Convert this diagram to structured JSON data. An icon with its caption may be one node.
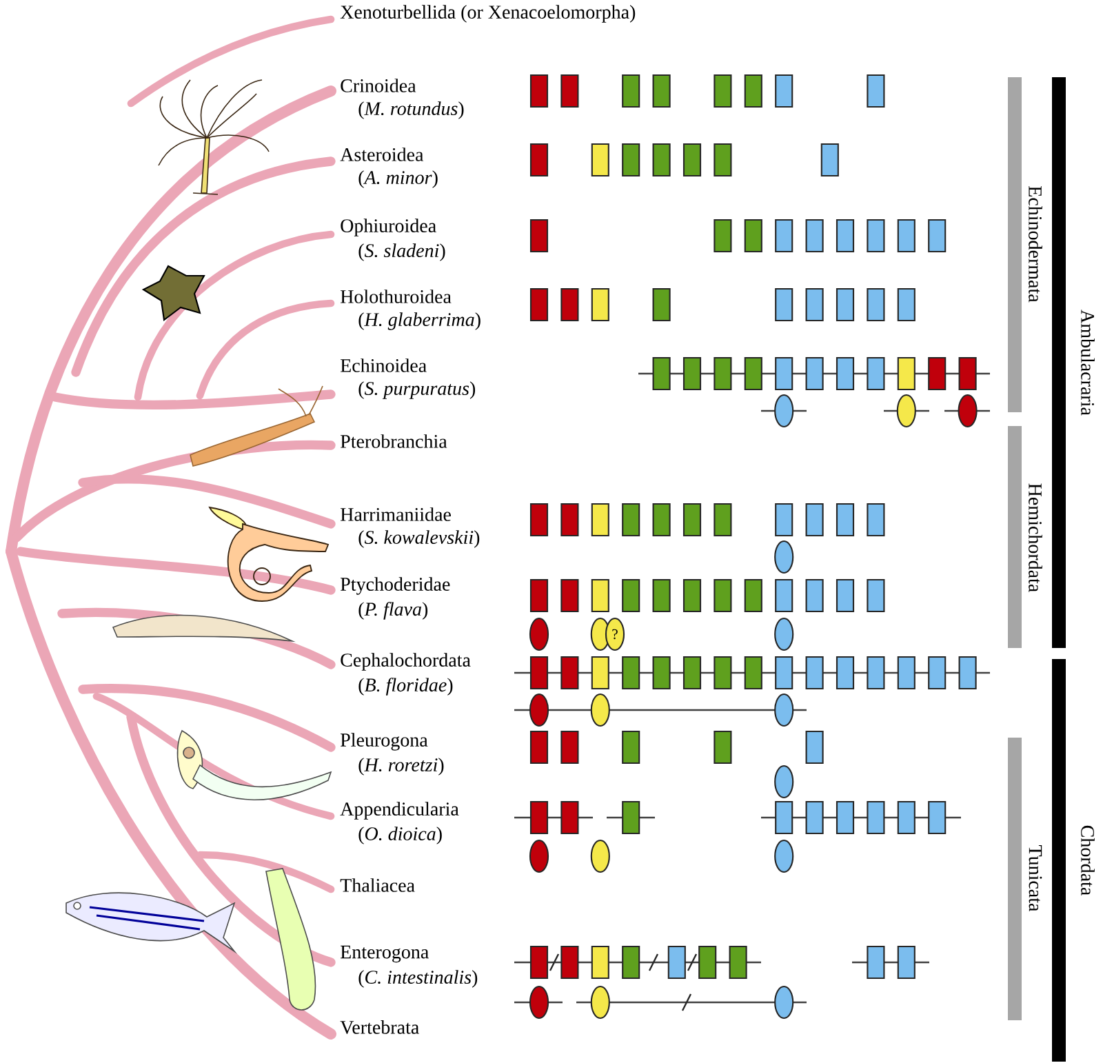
{
  "diagram": {
    "labels": [
      "Xenoturbellida (or Xenacoelomorpha)",
      "Crinoidea",
      "(*M. rotundus*)",
      "Asteroidea",
      "(*A. minor*)",
      "Ophiuroidea",
      "(*S. sladeni*)",
      "Holothuroidea",
      "(*H. glaberrima*)",
      "Echinoidea",
      "(*S. purpuratus*)",
      "Pterobranchia",
      "Harrimaniidae",
      "(*S. kowalevskii*)",
      "Ptychoderidae",
      "(*P. flava*)",
      "?",
      "Cephalochordata",
      "(*B. floridae*)",
      "Pleurogona",
      "(*H. roretzi*)",
      "Appendicularia",
      "(*O. dioica*)",
      "Thaliacea",
      "Enterogona",
      "(*C. intestinalis*)",
      "Vertebrata",
      "Echinodermata",
      "Hemichordata",
      "Tunicata",
      "Ambulacraria",
      "Chordata"
    ]
  }
}
